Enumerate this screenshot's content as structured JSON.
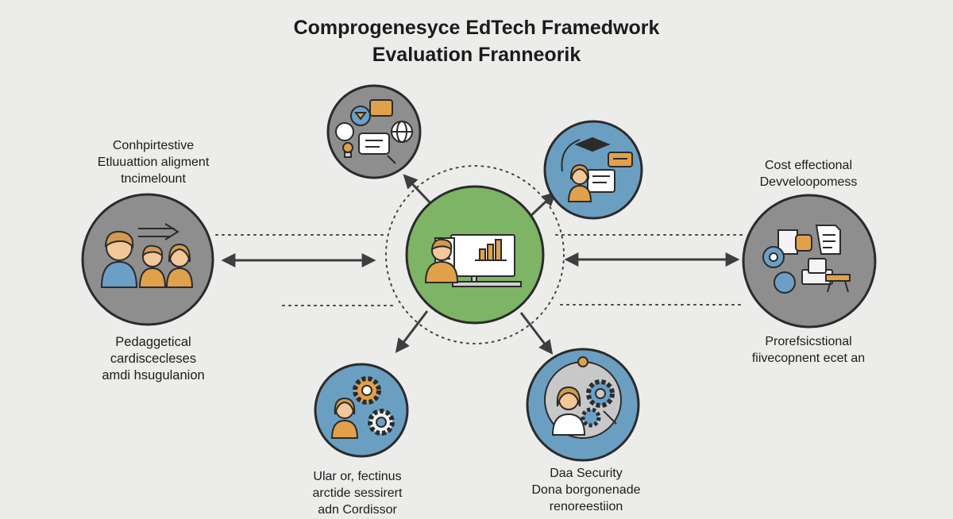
{
  "title": {
    "line1": "Comprogenesyce EdTech Framedwork",
    "line2": "Evaluation Franneorik"
  },
  "labels": {
    "competitive": [
      "Conhpirtestive",
      "Etluuattion aligment",
      "tncimelount"
    ],
    "cost": [
      "Cost effectional",
      "Devveloopomess"
    ],
    "pedagogical": [
      "Pedaggetical",
      "cardiscecleses",
      "amdi hsugulanion"
    ],
    "professional": [
      "Prorefsicstional",
      "fiivecopnent ecet an"
    ],
    "ux": [
      "Ular or, fectinus",
      "arctide sessirert",
      "adn Cordissor"
    ],
    "data": [
      "Daa Security",
      "Dona borgonenade",
      "renoreestiion"
    ]
  },
  "colors": {
    "background": "#ececea",
    "center": "#7db466",
    "gray_node": "#8e8e8e",
    "blue_node": "#6b9fc2",
    "outline": "#2b2b2b",
    "arrow": "#3e3e3e",
    "skin": "#f2c79a",
    "hair": "#d19a4f",
    "shirt_blue": "#6c9fc6",
    "shirt_orange": "#e1a04a"
  },
  "icons": {
    "center": "teacher-presentation-icon",
    "top_left": "communication-ideas-icon",
    "top_right": "graduation-learner-icon",
    "left": "group-of-learners-icon",
    "right": "cost-documents-icon",
    "bottom_left": "learner-gears-icon",
    "bottom_right": "security-gears-icon"
  }
}
